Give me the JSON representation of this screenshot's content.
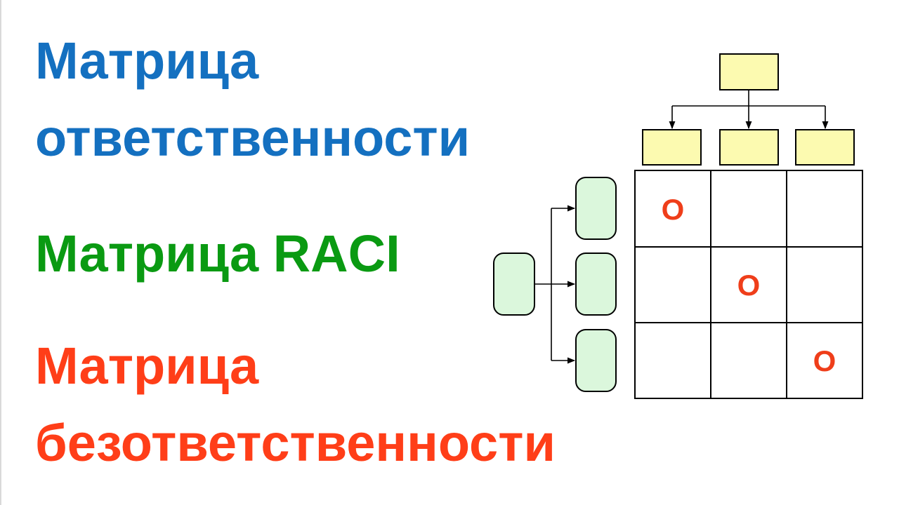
{
  "titles": {
    "line1": "Матрица",
    "line2": "ответственности",
    "line3": "Матрица RACI",
    "line4": "Матрица",
    "line5": "безответственности"
  },
  "colors": {
    "blue": "#1470c0",
    "green": "#0a9a12",
    "red": "#ff3e18",
    "org_box_fill": "#fcfab0",
    "proc_box_fill": "#dbf7dc",
    "mark_color": "#ef3e1a"
  },
  "matrix": {
    "rows": 3,
    "cols": 3,
    "cells": [
      [
        "O",
        "",
        ""
      ],
      [
        "",
        "O",
        ""
      ],
      [
        "",
        "",
        "O"
      ]
    ]
  }
}
